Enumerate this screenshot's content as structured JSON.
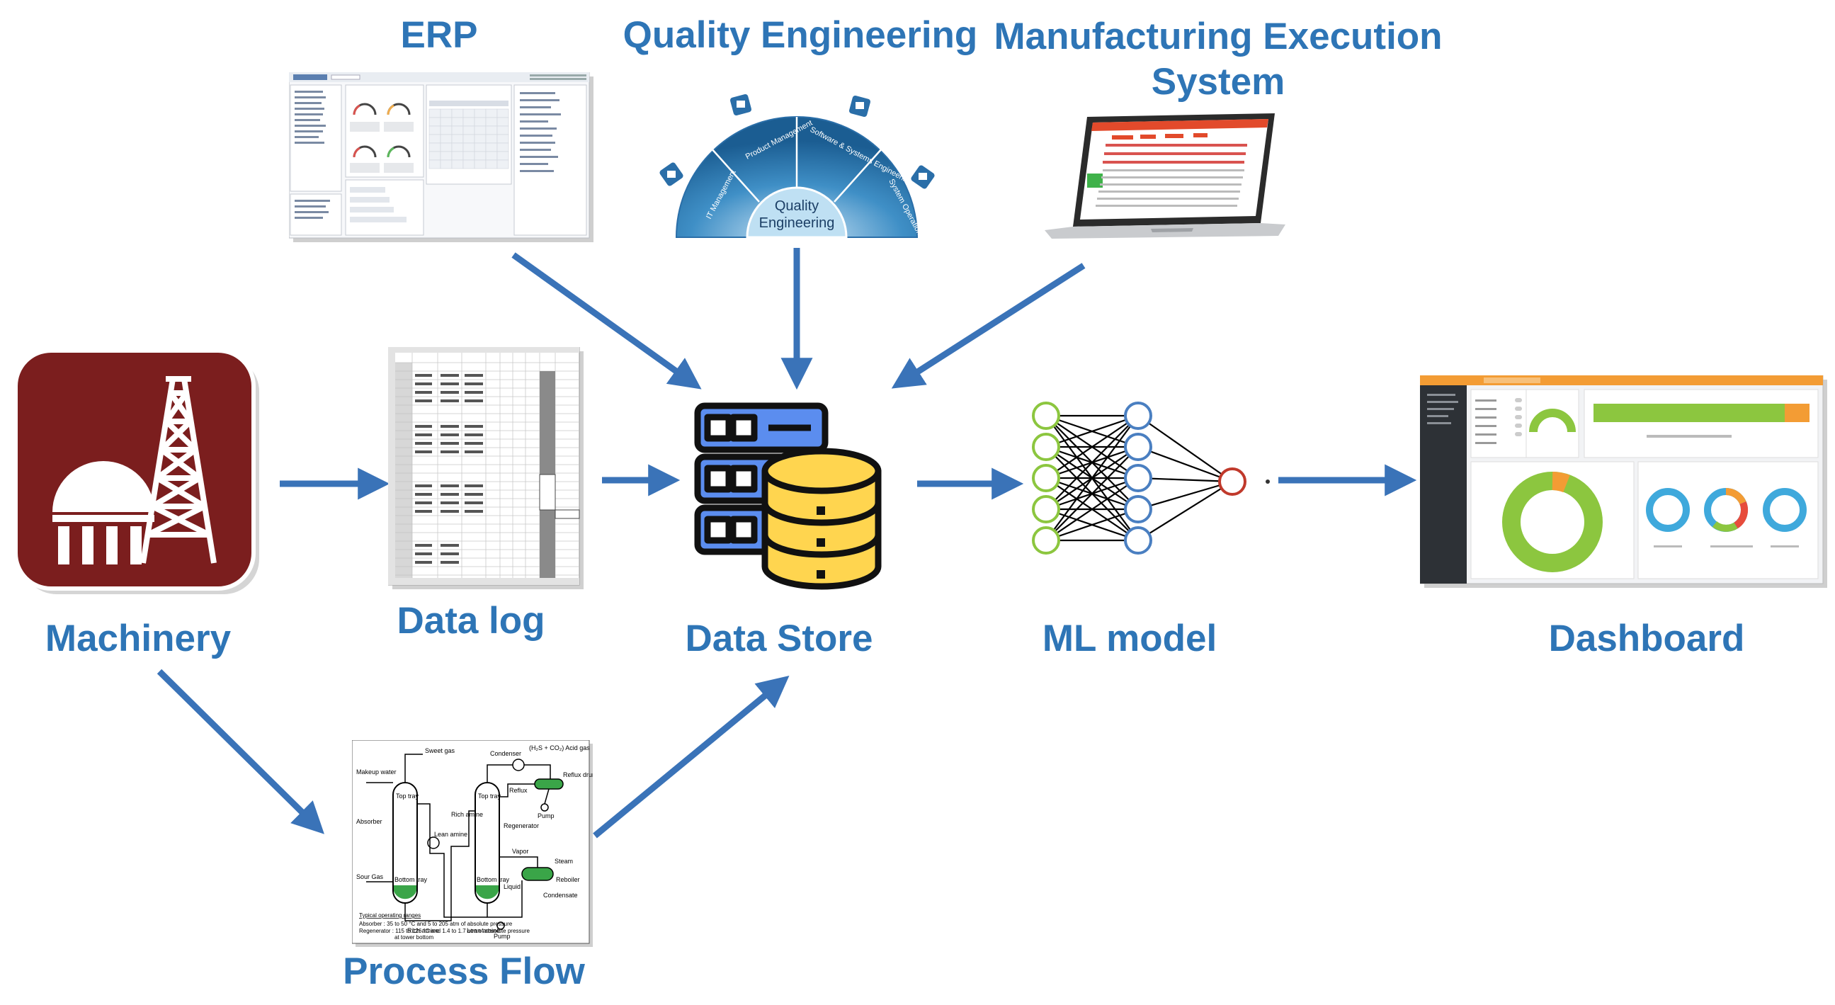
{
  "labels": {
    "erp": "ERP",
    "quality": "Quality Engineering",
    "mes_line1": "Manufacturing Execution",
    "mes_line2": "System",
    "machinery": "Machinery",
    "datalog": "Data log",
    "datastore": "Data Store",
    "mlmodel": "ML model",
    "dashboard": "Dashboard",
    "processflow": "Process Flow"
  },
  "quality_wheel": {
    "center_line1": "Quality",
    "center_line2": "Engineering",
    "seg_left": "IT Management",
    "seg_ml": "Product Management",
    "seg_mr": "Software & Systems Engineering",
    "seg_right": "System Operation"
  },
  "process_flow": {
    "sweet_gas": "Sweet gas",
    "makeup_water": "Makeup water",
    "absorber": "Absorber",
    "sour_gas": "Sour Gas",
    "top_tray": "Top tray",
    "bottom_tray": "Bottom tray",
    "rich_amine": "Rich amine",
    "lean_amine": "Lean amine",
    "condenser": "Condenser",
    "acid_gas": "(H₂S + CO₂) Acid gas",
    "reflux": "Reflux",
    "reflux_drum": "Reflux drum",
    "pump": "Pump",
    "regenerator": "Regenerator",
    "vapor": "Vapor",
    "steam": "Steam",
    "reboiler": "Reboiler",
    "liquid": "Liquid",
    "condensate": "Condensate",
    "ranges_title": "Typical operating ranges",
    "ranges_absorber": "Absorber : 35 to 50 °C and 5 to 205 atm of absolute pressure",
    "ranges_regenerator": "Regenerator : 115 to 126 °C and 1.4 to 1.7 atm of absolute pressure",
    "ranges_regenerator2": "at tower bottom"
  },
  "colors": {
    "label_blue": "#2e75b6",
    "arrow_blue": "#3a73b8",
    "machinery_bg": "#7b1e1e"
  }
}
